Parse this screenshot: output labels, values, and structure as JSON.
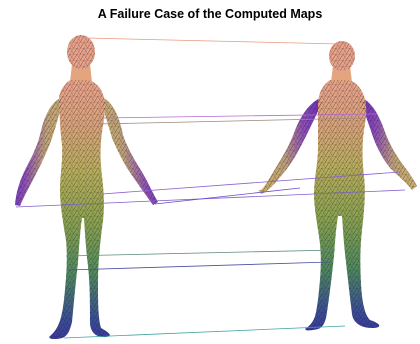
{
  "figure": {
    "title": "A Failure Case of the Computed Maps"
  },
  "colors": {
    "head": "#e9a18a",
    "torso_top": "#d6a070",
    "torso": "#9fae52",
    "legs_mid": "#52885a",
    "feet": "#3b3f9e",
    "arm_upper": "#b98db0",
    "arm_lower": "#7b3fb2",
    "hand": "#6a2bbf",
    "mesh": "#1a1a1a"
  },
  "correspondence_lines": [
    {
      "from": "head-left",
      "to": "head-right",
      "color": "#e89a80"
    },
    {
      "from": "shoulder-left-1",
      "to": "shoulder-right-1",
      "color": "#b86ad0"
    },
    {
      "from": "shoulder-left-2",
      "to": "shoulder-right-2",
      "color": "#9a8a7a"
    },
    {
      "from": "hip-left-1",
      "to": "hand-right-1",
      "color": "#8a5fd0"
    },
    {
      "from": "hand-left",
      "to": "hand-right-2",
      "color": "#7f5fcf"
    },
    {
      "from": "hand-left-2",
      "to": "hip-right",
      "color": "#6b49c7"
    },
    {
      "from": "knee-left-1",
      "to": "knee-right-1",
      "color": "#5a8a7a"
    },
    {
      "from": "knee-left-2",
      "to": "knee-right-2",
      "color": "#4a4fa0"
    },
    {
      "from": "foot-left",
      "to": "foot-right",
      "color": "#3fa2a0"
    }
  ]
}
